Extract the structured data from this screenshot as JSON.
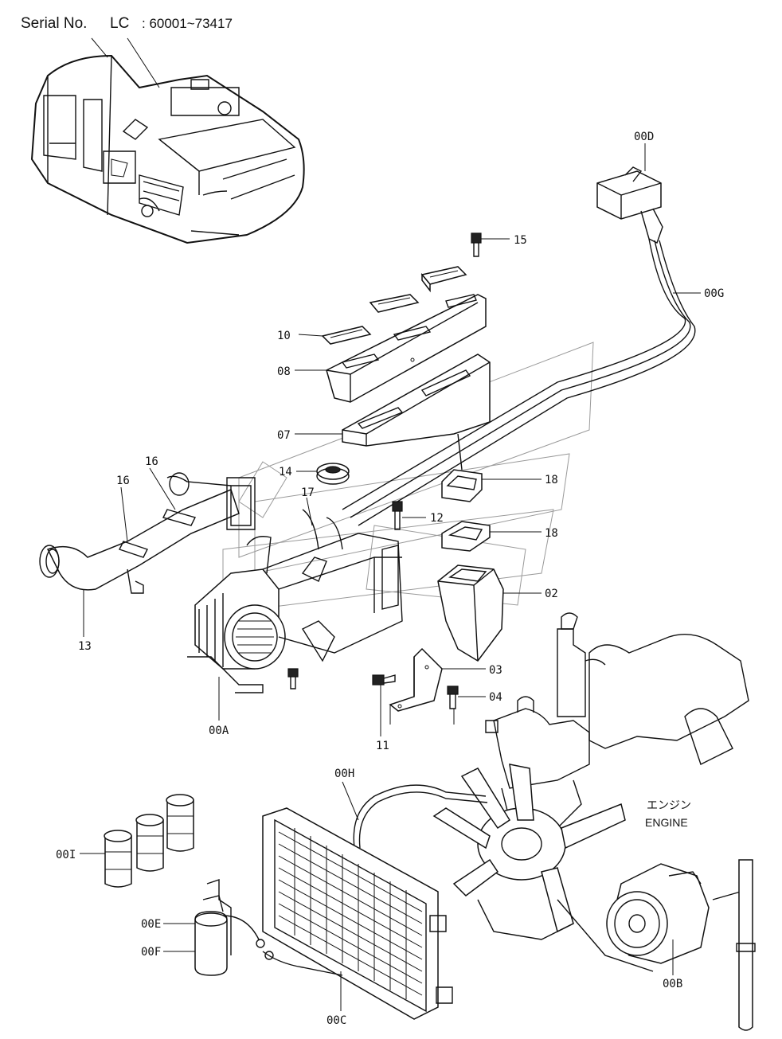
{
  "header": {
    "serial_prefix": "Serial No.",
    "model": "LC",
    "range": ": 60001~73417"
  },
  "engine_label": {
    "japanese": "エンジン",
    "english": "ENGINE"
  },
  "part_labels": [
    {
      "id": "15",
      "text": "15"
    },
    {
      "id": "00D",
      "text": "00D"
    },
    {
      "id": "00G",
      "text": "00G"
    },
    {
      "id": "10",
      "text": "10"
    },
    {
      "id": "08",
      "text": "08"
    },
    {
      "id": "07",
      "text": "07"
    },
    {
      "id": "14",
      "text": "14"
    },
    {
      "id": "16a",
      "text": "16"
    },
    {
      "id": "16b",
      "text": "16"
    },
    {
      "id": "17",
      "text": "17"
    },
    {
      "id": "18a",
      "text": "18"
    },
    {
      "id": "12",
      "text": "12"
    },
    {
      "id": "18b",
      "text": "18"
    },
    {
      "id": "02",
      "text": "02"
    },
    {
      "id": "13",
      "text": "13"
    },
    {
      "id": "03",
      "text": "03"
    },
    {
      "id": "04",
      "text": "04"
    },
    {
      "id": "00A",
      "text": "00A"
    },
    {
      "id": "11",
      "text": "11"
    },
    {
      "id": "00H",
      "text": "00H"
    },
    {
      "id": "00I",
      "text": "00I"
    },
    {
      "id": "00E",
      "text": "00E"
    },
    {
      "id": "00F",
      "text": "00F"
    },
    {
      "id": "00C",
      "text": "00C"
    },
    {
      "id": "00B",
      "text": "00B"
    }
  ],
  "style": {
    "ink": "#111111",
    "watermark": "#9a9a9a",
    "background": "#ffffff"
  }
}
